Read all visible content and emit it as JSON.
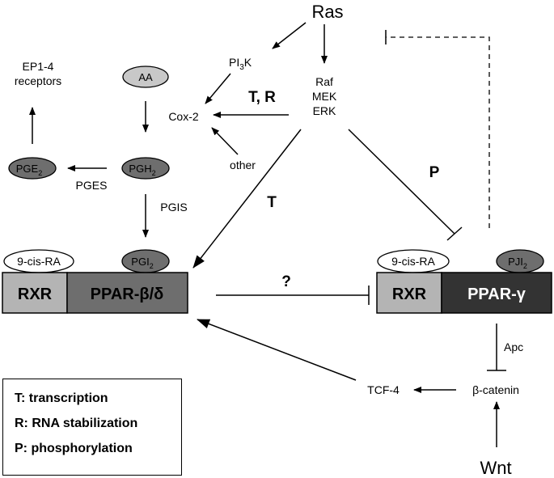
{
  "nodes": {
    "ras": "Ras",
    "pi3k_main": "PI",
    "pi3k_sub": "3",
    "pi3k_tail": "K",
    "raf": "Raf",
    "mek": "MEK",
    "erk": "ERK",
    "cox2": "Cox-2",
    "other": "other",
    "aa": "AA",
    "pgh_main": "PGH",
    "pgh_sub": "2",
    "pge_main": "PGE",
    "pge_sub": "2",
    "ep_line1": "EP1-4",
    "ep_line2": "receptors",
    "pges": "PGES",
    "pgis": "PGIS",
    "pgi_main": "PGI",
    "pgi_sub": "2",
    "pji_main": "PJI",
    "pji_sub": "2",
    "cisra_left": "9-cis-RA",
    "cisra_right": "9-cis-RA",
    "rxr_left": "RXR",
    "ppar_bd": "PPAR-β/δ",
    "rxr_right": "RXR",
    "ppar_g": "PPAR-γ",
    "apc": "Apc",
    "bcatenin": "β-catenin",
    "tcf4": "TCF-4",
    "wnt": "Wnt"
  },
  "edge_labels": {
    "tr": "T, R",
    "t": "T",
    "p": "P",
    "question": "?"
  },
  "legend": [
    "T: transcription",
    "R: RNA stabilization",
    "P: phosphorylation"
  ],
  "colors": {
    "ellipse_light": "#c8c8c8",
    "ellipse_dark": "#6e6e6e",
    "rxr_fill": "#b4b4b4",
    "ppar_bd_fill": "#6e6e6e",
    "ppar_g_fill": "#333333"
  }
}
